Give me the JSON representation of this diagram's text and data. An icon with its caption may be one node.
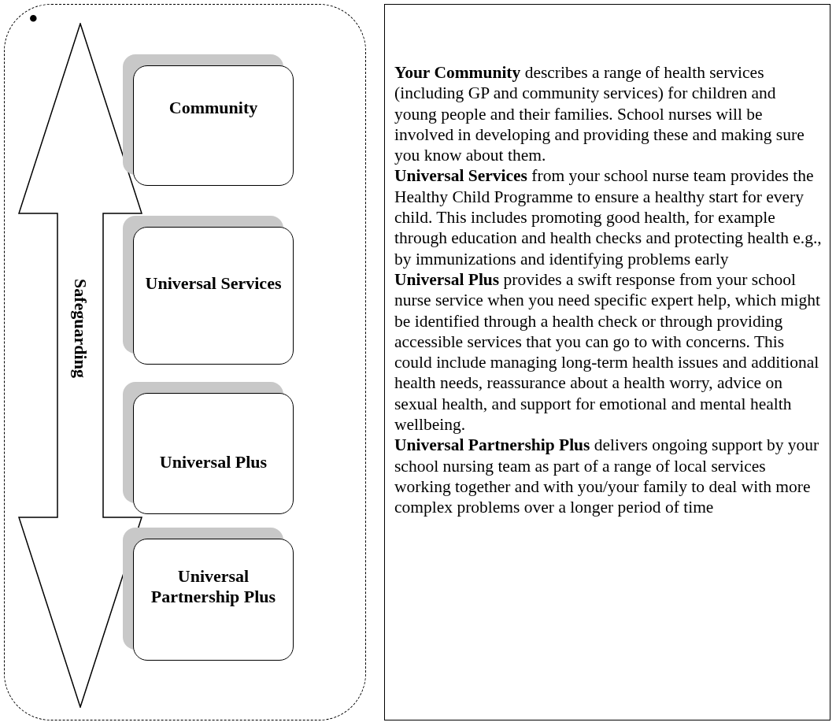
{
  "diagram": {
    "nodes": [
      {
        "text": [],
        "shape": "box"
      },
      {
        "text": [
          "Safeguarding"
        ],
        "in": 0
      },
      {
        "text": [
          "Community"
        ],
        "in": 0
      },
      {
        "text": [
          "Universal Services"
        ],
        "in": 0
      },
      {
        "text": [
          "Universal Plus"
        ],
        "in": 0
      },
      {
        "text": [
          "Universal Partnership Plus"
        ],
        "in": 0
      },
      {
        "text": [
          "**Your Community** describes a range of health services (including GP and community services) for children and young people and their families. School nurses will be involved in developing and providing these and making sure you know about them.",
          "**Universal Services** from your school nurse team provides the Healthy Child Programme to ensure a healthy start for every child.  This includes promoting good health, for example through education and health checks and protecting health e.g., by immunizations and identifying problems early",
          "**Universal Plus** provides a swift response from your school nurse service when you need specific expert help, which might be identified through a health check or through providing accessible services that you can go to with concerns.  This could include managing long-term health issues and additional health needs, reassurance about a health worry, advice on sexual health, and support for emotional and mental health wellbeing.",
          "**Universal Partnership Plus** delivers ongoing support by your school nursing team as part of a range of local services working together and with you/your family to deal with more complex problems over a longer period of time"
        ]
      }
    ],
    "labels": [
      "•"
    ]
  }
}
